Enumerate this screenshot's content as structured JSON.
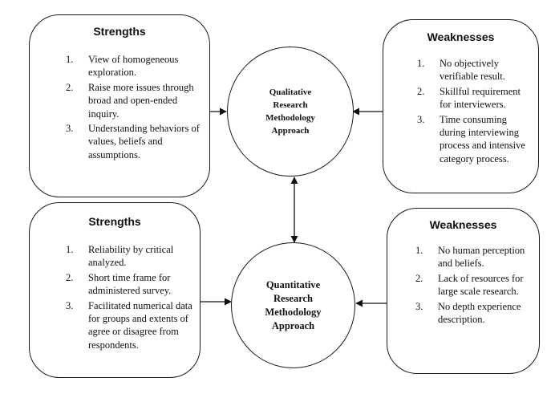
{
  "top_left": {
    "title": "Strengths",
    "items": [
      {
        "num": "1.",
        "text": "View of homogeneous exploration."
      },
      {
        "num": "2.",
        "text": "Raise more issues through broad and open-ended inquiry."
      },
      {
        "num": "3.",
        "text": "Understanding behaviors of values, beliefs and assumptions."
      }
    ]
  },
  "top_right": {
    "title": "Weaknesses",
    "items": [
      {
        "num": "1.",
        "text": "No objectively verifiable result."
      },
      {
        "num": "2.",
        "text": "Skillful requirement for interviewers."
      },
      {
        "num": "3.",
        "text": "Time consuming during interviewing process and intensive category process."
      }
    ]
  },
  "bottom_left": {
    "title": "Strengths",
    "items": [
      {
        "num": "1.",
        "text": "Reliability by critical analyzed."
      },
      {
        "num": "2.",
        "text": "Short time frame for administered survey."
      },
      {
        "num": "3.",
        "text": "Facilitated numerical data for groups and extents of agree or disagree from respondents."
      }
    ]
  },
  "bottom_right": {
    "title": "Weaknesses",
    "items": [
      {
        "num": "1.",
        "text": "No human perception and beliefs."
      },
      {
        "num": "2.",
        "text": "Lack of resources for large scale research."
      },
      {
        "num": "3.",
        "text": "No depth experience description."
      }
    ]
  },
  "qualitative_label": "Qualitative\nResearch\nMethodology\nApproach",
  "quantitative_label": "Quantitative\nResearch\nMethodology\nApproach"
}
